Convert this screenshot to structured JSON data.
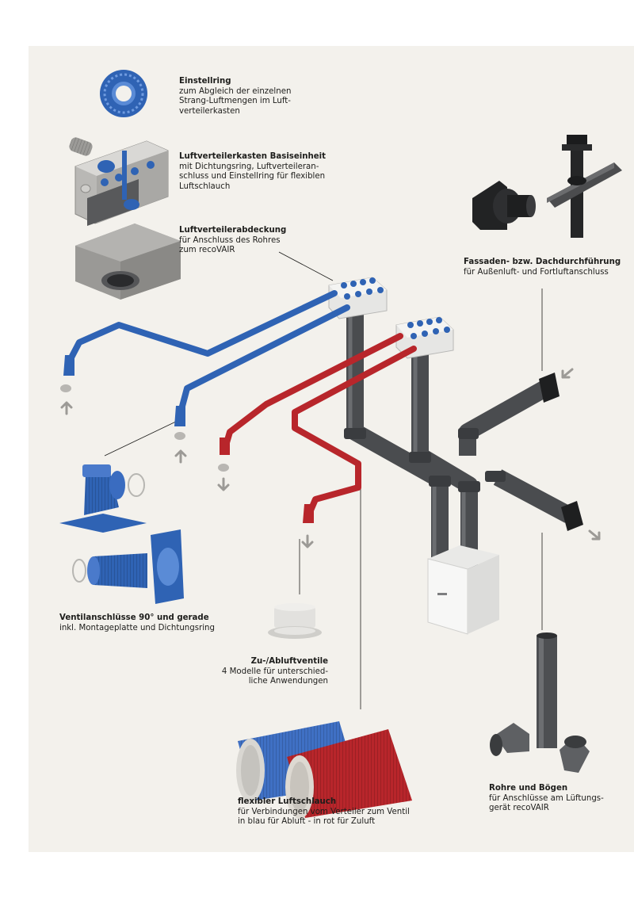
{
  "colors": {
    "background": "#f3f1ec",
    "exhaust_blue": "#2f63b4",
    "supply_red": "#b8262b",
    "duct_grey": "#4a4c4f",
    "text": "#1d1d1b"
  },
  "labels": {
    "einstellring": {
      "title": "Einstellring",
      "desc": "zum Abgleich der einzelnen\nStrang-Luftmengen im Luft-\nverteilerkasten"
    },
    "basiseinheit": {
      "title": "Luftverteilerkasten Basiseinheit",
      "desc": "mit Dichtungsring, Luftverteileran-\nschluss und Einstellring für flexiblen\nLuftschlauch"
    },
    "abdeckung": {
      "title": "Luftverteilerabdeckung",
      "desc": "für Anschluss des Rohres\nzum recoVAIR"
    },
    "fassade": {
      "title": "Fassaden- bzw. Dachdurchführung",
      "desc": "für Außenluft- und Fortluftanschluss"
    },
    "ventilanschluesse": {
      "title": "Ventilanschlüsse 90° und gerade",
      "desc": "inkl. Montageplatte und Dichtungsring"
    },
    "ventile": {
      "title": "Zu-/Abluftventile",
      "desc": "4 Modelle für unterschied-\nliche Anwendungen"
    },
    "schlauch": {
      "title": "flexibler Luftschlauch",
      "desc": "für Verbindungen vom Verteiler zum Ventil\nin blau für Abluft - in rot für Zuluft"
    },
    "rohre": {
      "title": "Rohre und Bögen",
      "desc": "für Anschlüsse am Lüftungs-\ngerät recoVAIR"
    }
  }
}
